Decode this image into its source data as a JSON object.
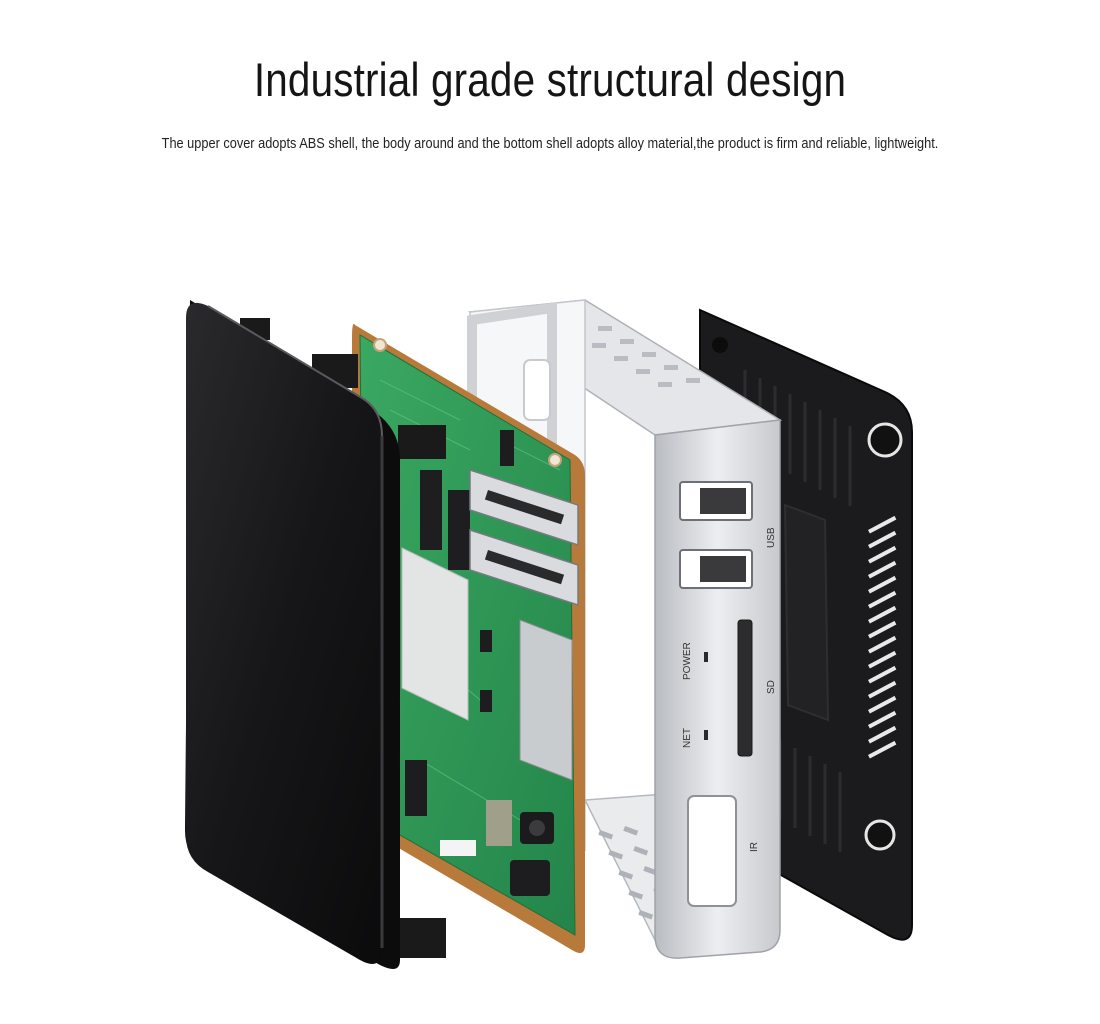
{
  "header": {
    "title": "Industrial grade structural design",
    "subtitle": "The upper cover adopts ABS shell, the body around and the bottom shell adopts alloy material,the product is firm and reliable, lightweight."
  },
  "device": {
    "port_labels": {
      "usb": "USB",
      "power": "POWER",
      "sd": "SD",
      "net": "NET",
      "ir": "IR"
    },
    "parts": [
      "black-abs-top-cover",
      "green-circuit-board",
      "silver-alloy-frame",
      "black-alloy-bottom-shell"
    ],
    "colors": {
      "cover": "#151517",
      "pcb": "#2f9a55",
      "frame": "#d6d8dc",
      "bottom": "#1d1d1f"
    }
  }
}
